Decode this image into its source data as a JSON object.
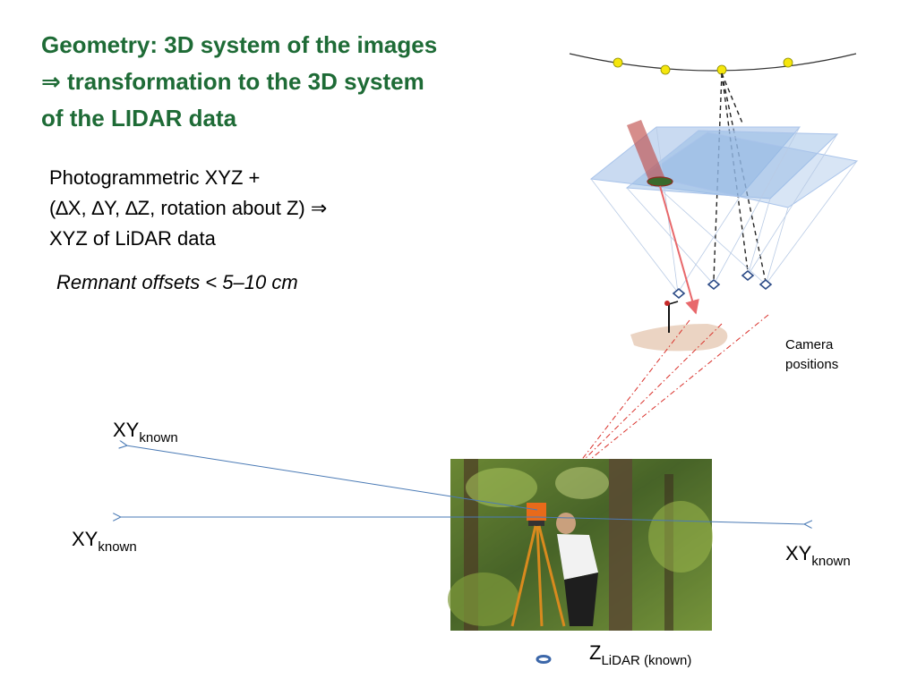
{
  "title": {
    "line1": "Geometry: 3D system of the images",
    "line2": "⇒ transformation to the 3D system",
    "line3": "of the LIDAR data"
  },
  "body": {
    "line1": "Photogrammetric XYZ +",
    "line2": "(∆X, ∆Y, ∆Z, rotation about Z) ⇒",
    "line3": "XYZ of LiDAR data"
  },
  "note": "Remnant offsets < 5–10 cm",
  "camera_label": {
    "line1": "Camera",
    "line2": "positions"
  },
  "labels": {
    "xy_upper_left": {
      "main": "XY",
      "sub": "known"
    },
    "xy_left": {
      "main": "XY",
      "sub": "known"
    },
    "xy_right": {
      "main": "XY",
      "sub": "known"
    },
    "z_lidar": {
      "main": "Z",
      "sub": "LiDAR (known)"
    }
  },
  "colors": {
    "title": "#1e6b36",
    "arrow_blue": "#4a7ab5",
    "dash_red": "#d9302a",
    "camera_yellow": "#f5e60c",
    "footprint_blue": "#8fb5e3"
  }
}
